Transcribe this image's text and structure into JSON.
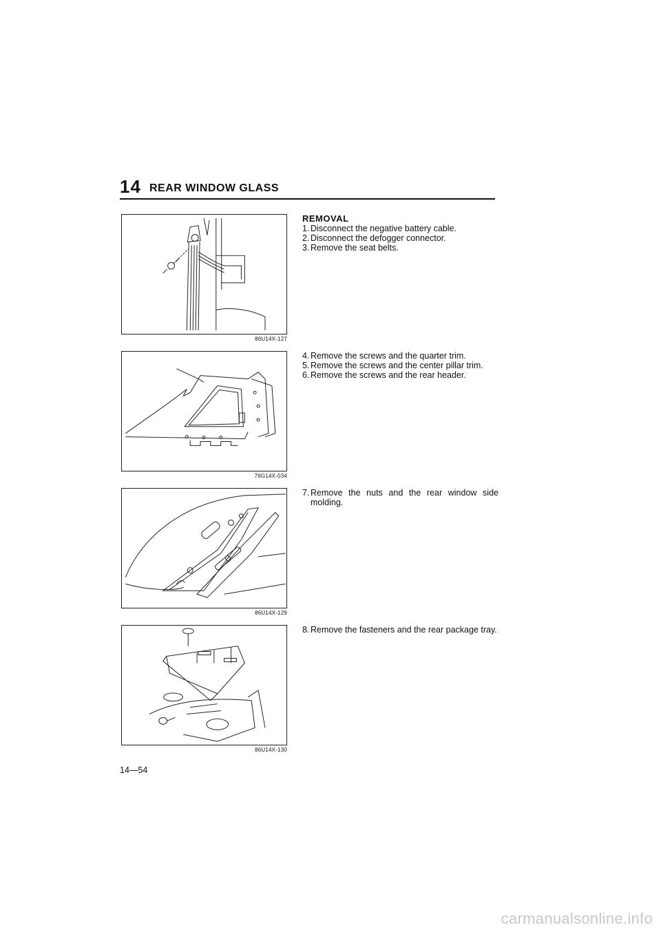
{
  "header": {
    "chapter_number": "14",
    "section_title": "REAR WINDOW GLASS"
  },
  "blocks": [
    {
      "figure_code": "86U14X-127",
      "heading": "REMOVAL",
      "steps": [
        {
          "num": "1.",
          "text": "Disconnect the negative battery cable."
        },
        {
          "num": "2.",
          "text": "Disconnect the defogger connector."
        },
        {
          "num": "3.",
          "text": "Remove the seat belts."
        }
      ]
    },
    {
      "figure_code": "76G14X-034",
      "steps": [
        {
          "num": "4.",
          "text": "Remove the screws and the quarter trim."
        },
        {
          "num": "5.",
          "text": "Remove the screws and the center pillar trim."
        },
        {
          "num": "6.",
          "text": "Remove the screws and the rear header."
        }
      ]
    },
    {
      "figure_code": "86U14X-129",
      "steps": [
        {
          "num": "7.",
          "text": "Remove the nuts and the rear window side molding."
        }
      ]
    },
    {
      "figure_code": "86U14X-130",
      "steps": [
        {
          "num": "8.",
          "text": "Remove the fasteners and the rear package tray."
        }
      ]
    }
  ],
  "footer": {
    "page_number": "14—54"
  },
  "watermark": "carmanualsonline.info"
}
